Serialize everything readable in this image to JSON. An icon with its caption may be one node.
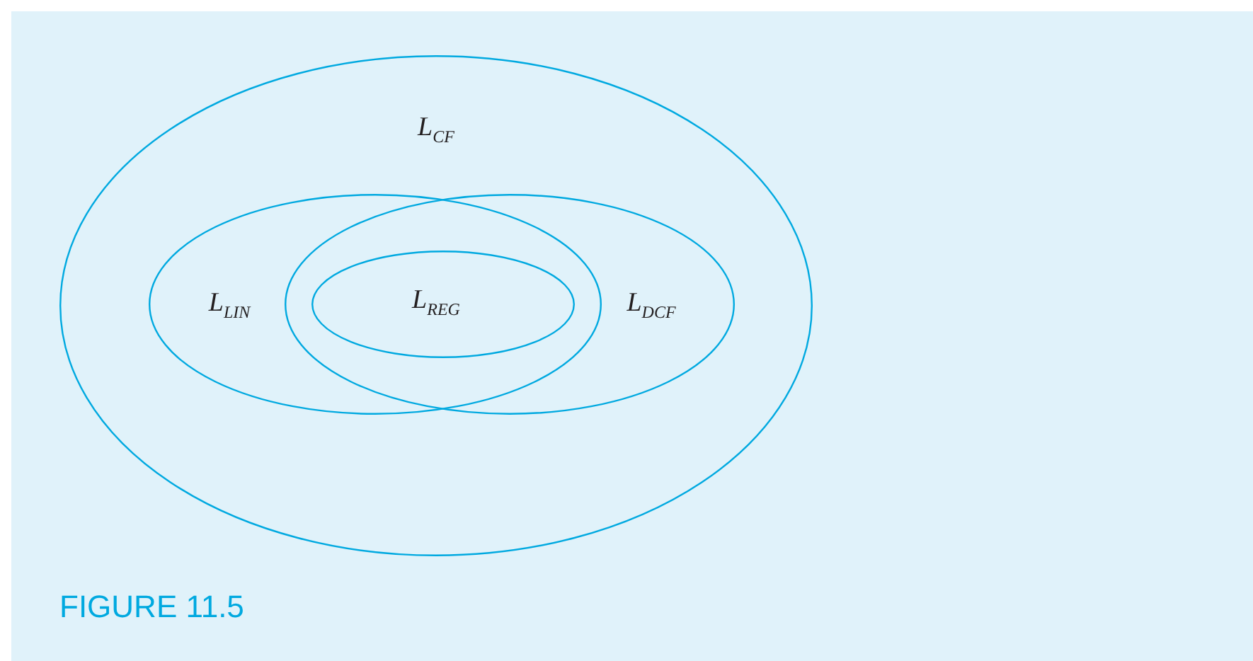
{
  "diagram": {
    "caption": "FIGURE 11.5",
    "nodes": [
      {
        "text": [
          "L$_{CF}$"
        ]
      },
      {
        "text": [
          "L$_{LIN}$"
        ],
        "in": 0
      },
      {
        "text": [
          "L$_{DCF}$"
        ],
        "in": 0
      },
      {
        "text": [
          "L$_{REG}$"
        ]
      }
    ],
    "edges": []
  }
}
